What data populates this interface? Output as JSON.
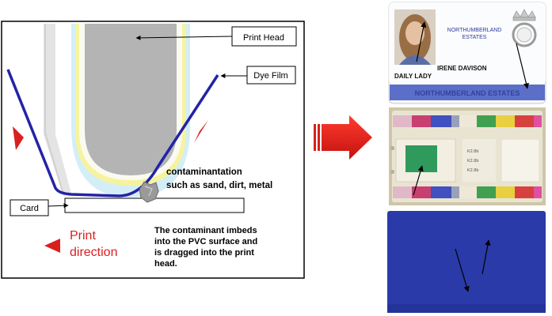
{
  "diagram": {
    "labels": {
      "print_head": "Print Head",
      "dye_film": "Dye Film",
      "card": "Card",
      "contamination_line1": "contaminantation",
      "contamination_line2": "such as sand, dirt, metal",
      "print_direction_line1": "Print",
      "print_direction_line2": "direction",
      "note_line1": "The contaminant imbeds",
      "note_line2": "into the PVC surface and",
      "note_line3": "is dragged into the print",
      "note_line4": "head."
    },
    "colors": {
      "ribbon": "#2323a8",
      "print_head": "#b4b4b4",
      "head_glow_yellow": "#f6f3a0",
      "head_glow_blue": "#d4eef8",
      "direction": "#d9201e",
      "arrow": "#e0201c"
    }
  },
  "cards": {
    "id_card": {
      "org_line1": "NORTHUMBERLAND",
      "org_line2": "ESTATES",
      "name": "IRENE DAVISON",
      "role": "DAILY LADY",
      "banner": "NORTHUMBERLAND ESTATES",
      "colors": {
        "banner": "#5b6fc8",
        "banner_text": "#2a3a9a"
      }
    },
    "ribbon_card": {
      "codes": [
        "K2.8b",
        "K2.8b",
        "K2.8b"
      ],
      "colors": {
        "panels": [
          "#e0b8c8",
          "#c84070",
          "#4050c0",
          "#40a050",
          "#e8d040",
          "#d84040",
          "#e050a0"
        ],
        "green_patch": "#2f9a5c",
        "base": "#e9e4d2"
      }
    },
    "blue_card": {
      "colors": {
        "base": "#2a3aa8"
      }
    }
  }
}
